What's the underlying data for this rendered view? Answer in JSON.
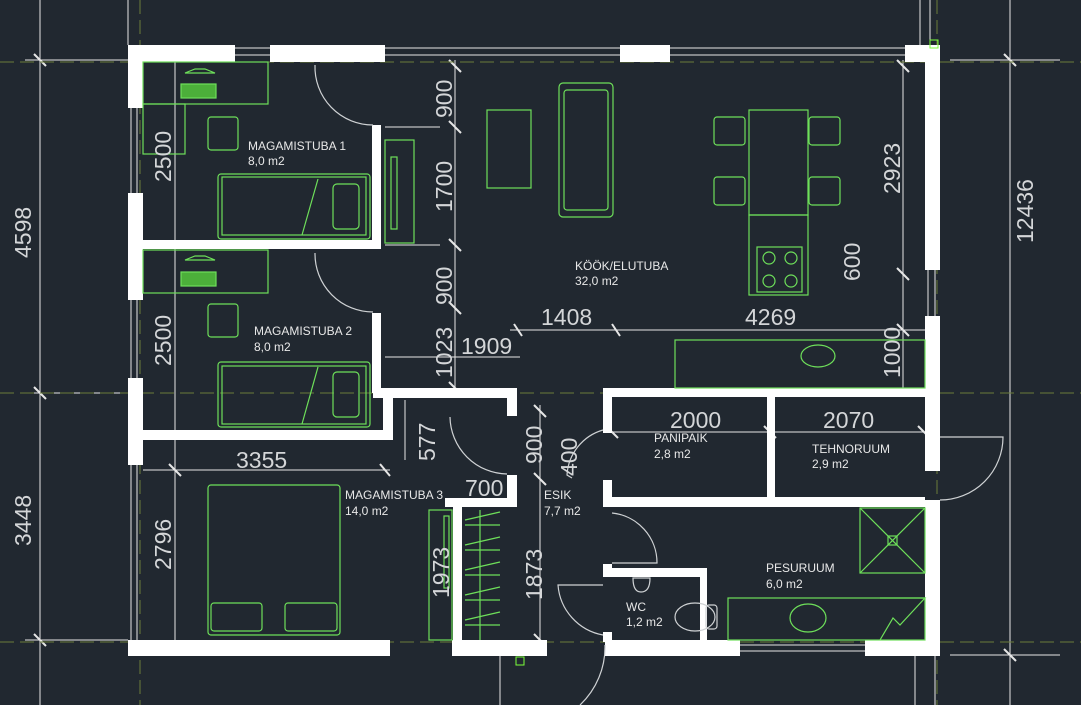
{
  "rooms": {
    "bedroom1": {
      "name": "MAGAMISTUBA 1",
      "area": "8,0 m2"
    },
    "bedroom2": {
      "name": "MAGAMISTUBA 2",
      "area": "8,0 m2"
    },
    "bedroom3": {
      "name": "MAGAMISTUBA 3",
      "area": "14,0 m2"
    },
    "kitchen": {
      "name": "KÖÖK/ELUTUBA",
      "area": "32,0 m2"
    },
    "hall": {
      "name": "ESIK",
      "area": "7,7 m2"
    },
    "pantry": {
      "name": "PANIPAIK",
      "area": "2,8 m2"
    },
    "technical": {
      "name": "TEHNORUUM",
      "area": "2,9 m2"
    },
    "laundry": {
      "name": "PESURUUM",
      "area": "6,0 m2"
    },
    "wc": {
      "name": "WC",
      "area": "1,2 m2"
    }
  },
  "dimensions": {
    "left_top": "4598",
    "left_bottom": "3448",
    "right_total": "12436",
    "bed1_width": "2500",
    "bed2_width": "2500",
    "bed3_height": "2796",
    "bed3_width": "3355",
    "corr_900_a": "900",
    "corr_1700": "1700",
    "corr_900_b": "900",
    "corr_1023": "1023",
    "corr_1909": "1909",
    "kitchen_1408": "1408",
    "kitchen_4269": "4269",
    "kitchen_2923": "2923",
    "kitchen_600": "600",
    "kitchen_1000": "1000",
    "hall_577": "577",
    "hall_900": "900",
    "hall_400": "400",
    "hall_700": "700",
    "pantry_2000": "2000",
    "technical_2070": "2070",
    "wardrobe_1973": "1973",
    "wardrobe_1873": "1873"
  }
}
